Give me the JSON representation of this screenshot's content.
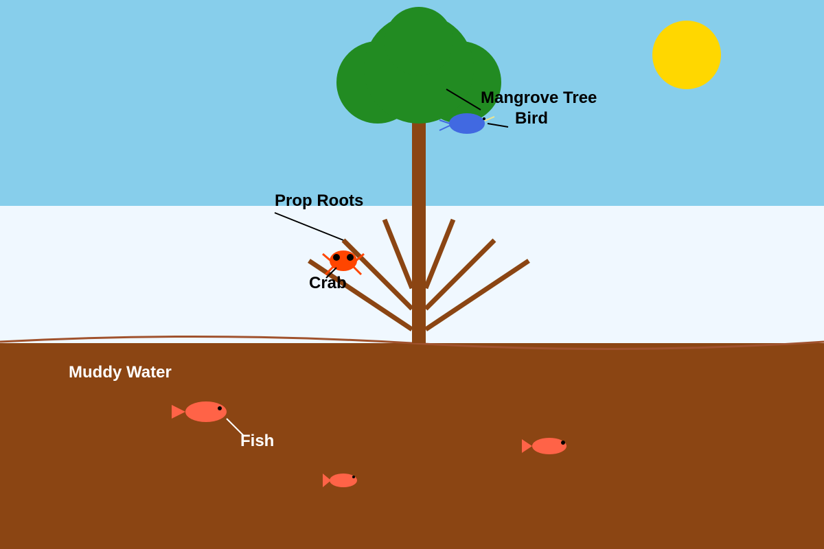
{
  "labels": {
    "mangrove_tree": "Mangrove Tree",
    "bird": "Bird",
    "prop_roots": "Prop Roots",
    "crab": "Crab",
    "muddy_water": "Muddy Water",
    "fish": "Fish"
  },
  "colors": {
    "sky": "#87CEEB",
    "air_zone": "#F0F8FF",
    "mud": "#8B4513",
    "tree_canopy": "#228B22",
    "tree_trunk": "#8B4513",
    "sun": "#FFD700",
    "bird": "#4169E1",
    "bird_beak": "#F0E68C",
    "crab": "#FF4500",
    "fish": "#FF6347",
    "dark_label": "#000000",
    "light_label": "#FFFFFF"
  },
  "icons": [
    "sun-icon",
    "bird-icon",
    "crab-icon",
    "fish-icon"
  ]
}
